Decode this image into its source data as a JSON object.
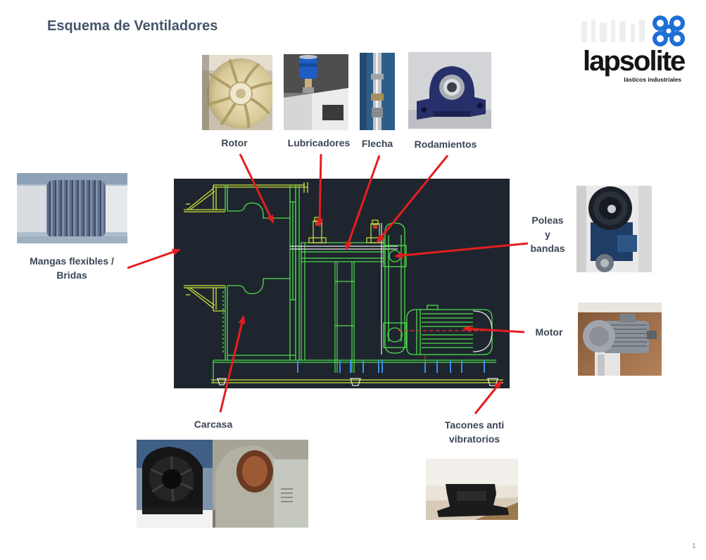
{
  "slide": {
    "title": "Esquema de Ventiladores",
    "page_number": "1"
  },
  "logo": {
    "brand": "lapsolite",
    "tagline": "lásticos industriales",
    "icon": "blue-rings-logo-icon"
  },
  "labels": {
    "rotor": "Rotor",
    "lubricadores": "Lubricadores",
    "flecha": "Flecha",
    "rodamientos": "Rodamientos",
    "poleas": [
      "Poleas",
      "y",
      "bandas"
    ],
    "mangas": [
      "Mangas flexibles /",
      "Bridas"
    ],
    "motor": "Motor",
    "carcasa": "Carcasa",
    "tacones": [
      "Tacones anti",
      "vibratorios"
    ]
  },
  "colors": {
    "title": "#45546a",
    "label": "#3b4556",
    "arrow": "#e41e20",
    "cad_background": "#1f252e",
    "cad_line": "#4ae04a",
    "logo_blue": "#1e6fd6"
  }
}
